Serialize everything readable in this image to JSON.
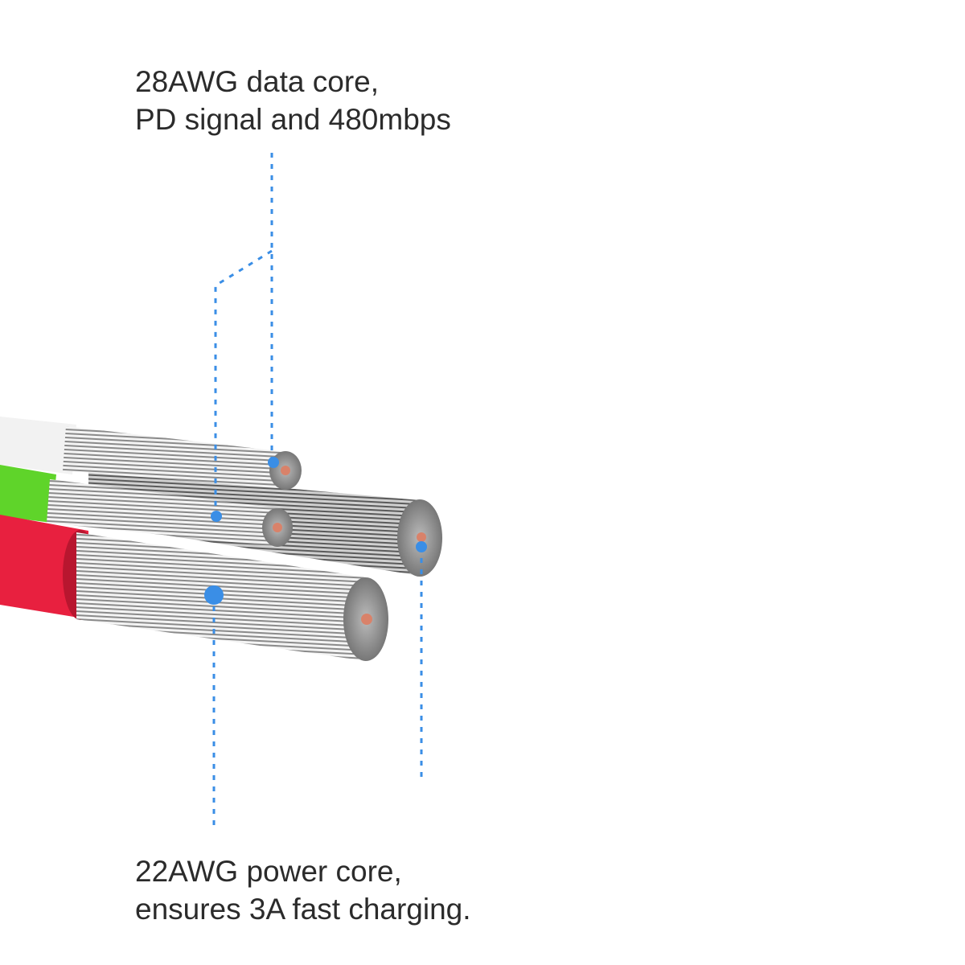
{
  "top_label": {
    "line1": "28AWG data core,",
    "line2": "PD signal and 480mbps"
  },
  "bottom_label": {
    "line1": "22AWG power core,",
    "line2": "ensures 3A fast charging."
  },
  "colors": {
    "callout": "#3a8ee6",
    "jacket_white": "#f2f2f2",
    "jacket_green": "#5fd42a",
    "jacket_red": "#e8203f",
    "copper": "#d9826a"
  }
}
